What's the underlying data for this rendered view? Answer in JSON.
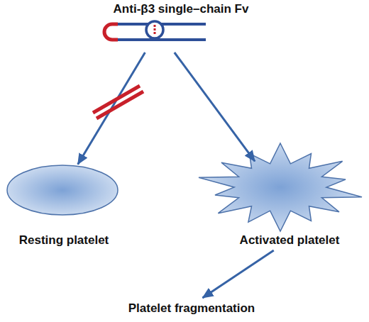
{
  "diagram": {
    "nodes": [
      {
        "text": [
          "Anti-β3 single–chain Fv"
        ]
      },
      {
        "text": [
          "Resting platelet"
        ]
      },
      {
        "text": [
          "Activated platelet"
        ]
      },
      {
        "text": [
          "Platelet fragmentation"
        ]
      }
    ],
    "edges": [
      {
        "from": 0,
        "to": 1,
        "arrow": "to"
      },
      {
        "from": 0,
        "to": 2,
        "arrow": "to"
      },
      {
        "from": 2,
        "to": 3,
        "arrow": "to"
      }
    ]
  }
}
